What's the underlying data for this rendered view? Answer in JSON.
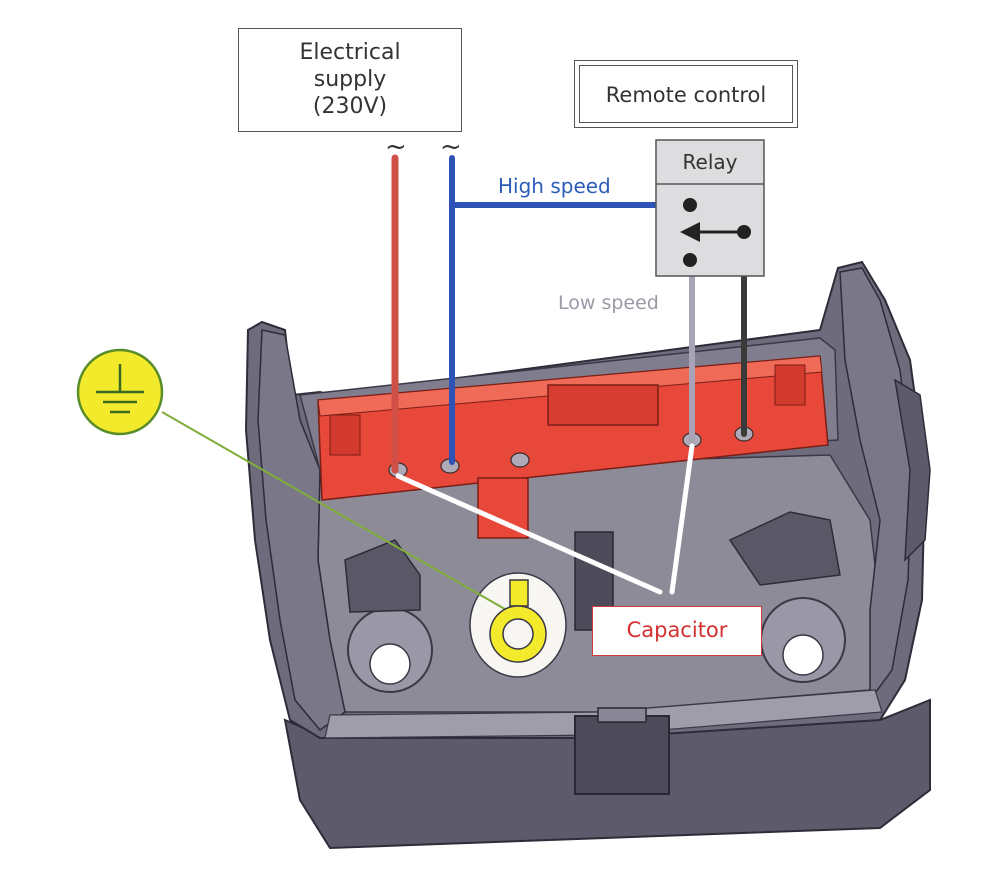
{
  "labels": {
    "supply_lines": [
      "Electrical",
      "supply",
      "(230V)"
    ],
    "remote_control": "Remote control",
    "relay": "Relay",
    "high_speed": "High speed",
    "low_speed": "Low speed",
    "capacitor": "Capacitor",
    "phase_symbol_left": "~",
    "phase_symbol_right": "~"
  },
  "colors": {
    "live_wire": "#d05048",
    "high_speed_wire": "#2e52b6",
    "low_speed_wire": "#a8a3b6",
    "relay_common_wire": "#3a3a3a",
    "capacitor_wire": "#ffffff",
    "earth_wire": "#7fae3a",
    "terminal_block": "#e8483a",
    "housing": "#6e6b7c",
    "earth_symbol_fill": "#f2ea2a"
  },
  "icons": {
    "earth": "ground-symbol-icon",
    "earth_lug": "earth-ring-terminal-icon",
    "relay_arrow": "switch-arrow-icon"
  }
}
